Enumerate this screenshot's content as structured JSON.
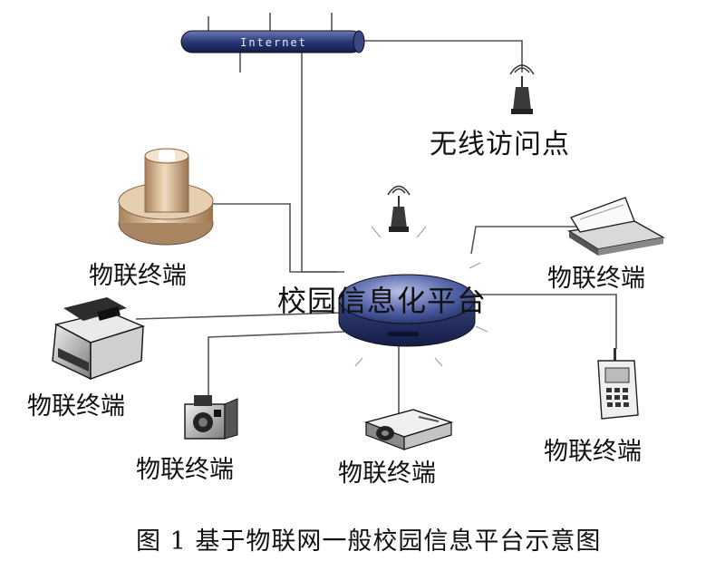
{
  "internet_label": "Internet",
  "access_point_label": "无线访问点",
  "platform_label": "校园信息化平台",
  "terminals": [
    {
      "id": "base",
      "label": "物联终端"
    },
    {
      "id": "scanner",
      "label": "物联终端"
    },
    {
      "id": "printer",
      "label": "物联终端"
    },
    {
      "id": "camera",
      "label": "物联终端"
    },
    {
      "id": "projector",
      "label": "物联终端"
    },
    {
      "id": "phone",
      "label": "物联终端"
    }
  ],
  "caption": "图 1 基于物联网一般校园信息平台示意图",
  "colors": {
    "platform": "#2a3a7a",
    "internet_bar": "#1f2d66",
    "lines": "#555555"
  }
}
